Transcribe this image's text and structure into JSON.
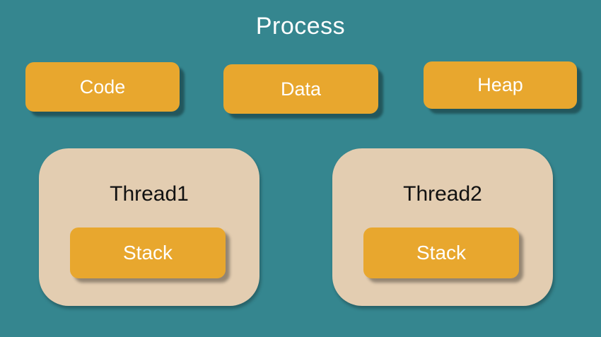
{
  "title": "Process",
  "colors": {
    "background_teal": "#35868F",
    "block_yellow": "#E8A72E",
    "thread_tan": "#E3CDB1",
    "title_text": "#FFFFFF",
    "block_text": "#FFFFFF",
    "thread_text": "#111111"
  },
  "segments": [
    {
      "label": "Code"
    },
    {
      "label": "Data"
    },
    {
      "label": "Heap"
    }
  ],
  "threads": [
    {
      "label": "Thread1",
      "stack_label": "Stack"
    },
    {
      "label": "Thread2",
      "stack_label": "Stack"
    }
  ]
}
